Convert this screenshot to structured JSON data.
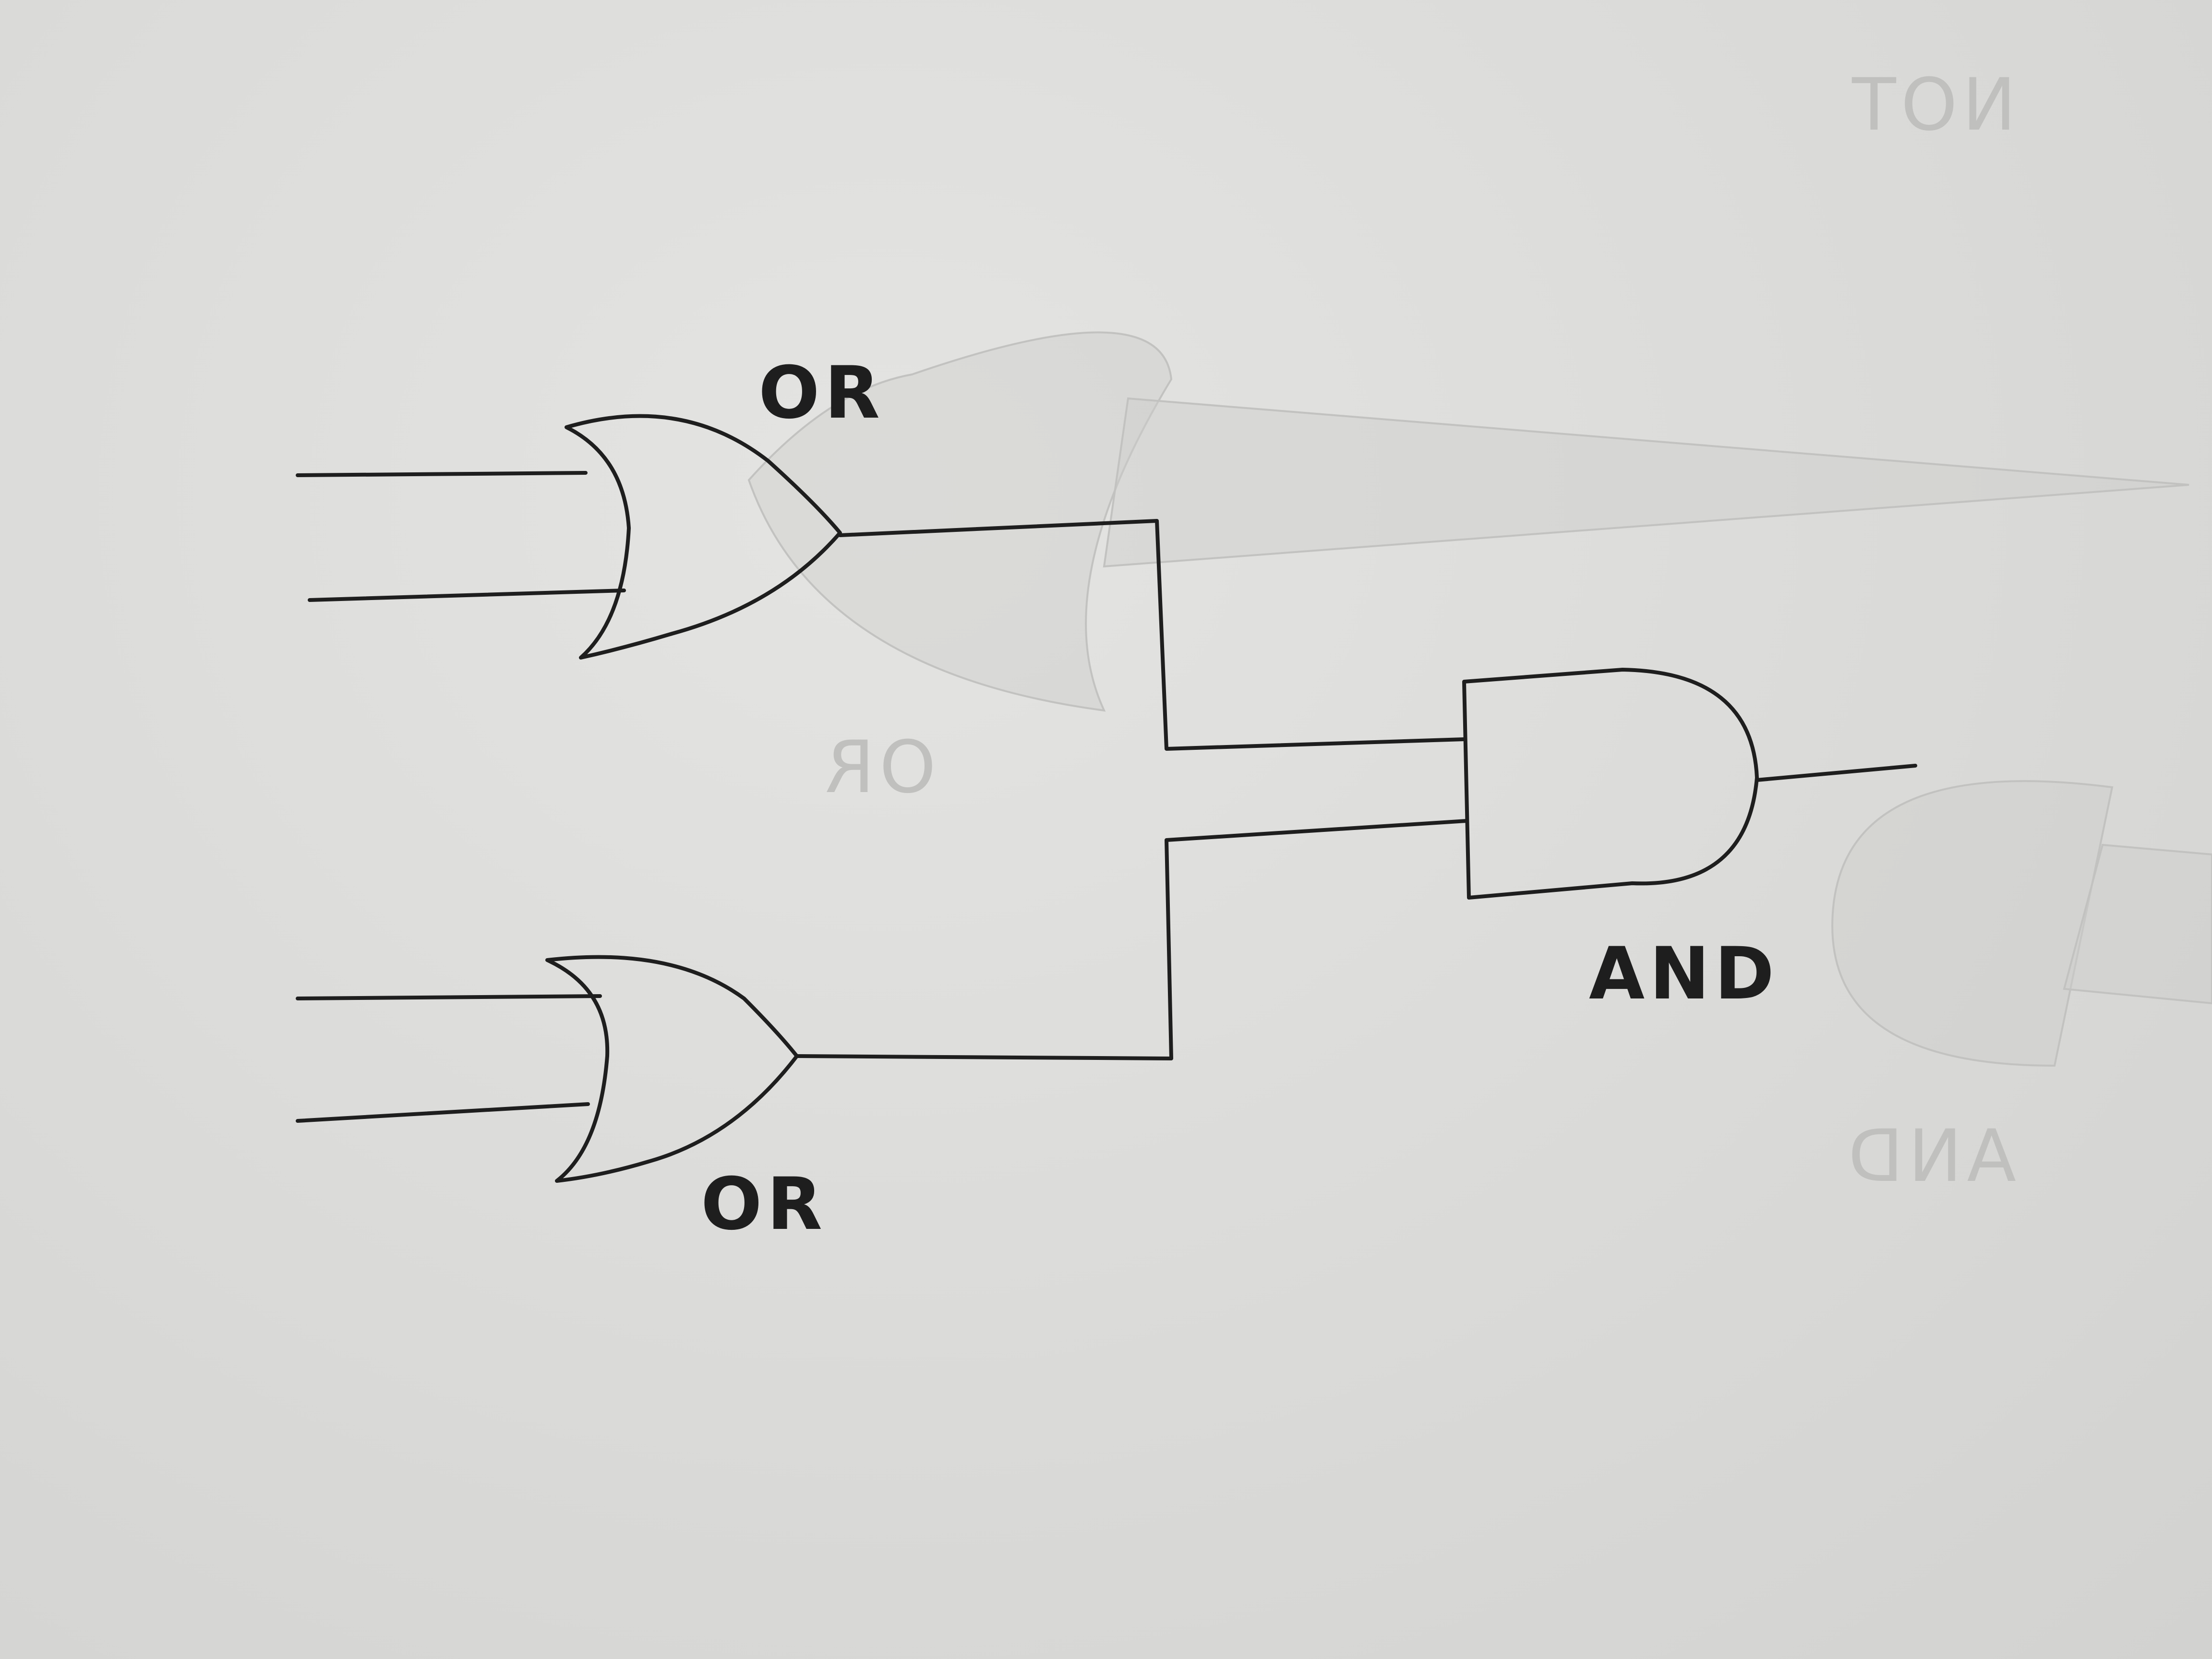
{
  "gates": [
    {
      "id": "or-top",
      "type": "OR",
      "label": "OR"
    },
    {
      "id": "or-bottom",
      "type": "OR",
      "label": "OR"
    },
    {
      "id": "and-right",
      "type": "AND",
      "label": "AND"
    }
  ],
  "faded_show_through": {
    "labels": [
      "NOT",
      "OR",
      "AND"
    ],
    "note_style": "mirrored"
  },
  "colors": {
    "ink": "#1e1e1e",
    "paper": "#dcdcda",
    "ghost": "#c0c0be"
  }
}
